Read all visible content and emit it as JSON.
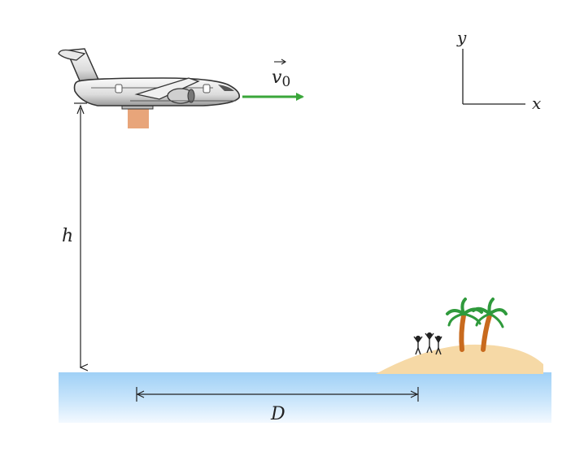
{
  "labels": {
    "height": "h",
    "distance": "D",
    "velocity": "v",
    "velocity_subscript": "0",
    "axis_x": "x",
    "axis_y": "y"
  },
  "colors": {
    "velocity_arrow": "#3aa63a",
    "water_top": "#9fd0f6",
    "water_bottom": "#eef7fe",
    "sand": "#f6d9a6",
    "package": "#e8a57a",
    "palm_trunk": "#c86a1e",
    "palm_leaves": "#2f9a3c"
  },
  "icons": [
    "airplane-icon",
    "package-icon",
    "palm-tree-icon",
    "person-icon"
  ]
}
